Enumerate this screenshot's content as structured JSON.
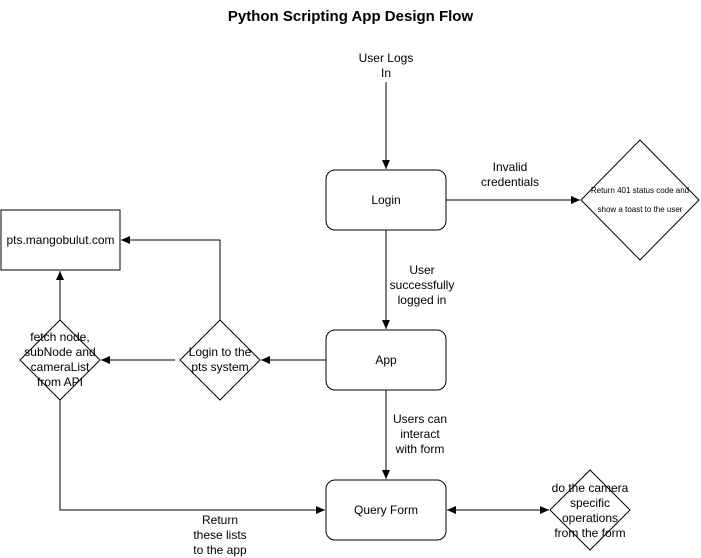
{
  "title": "Python Scripting App Design Flow",
  "nodes": {
    "start_text": "User Logs\nIn",
    "login": "Login",
    "app": "App",
    "query_form": "Query Form",
    "pts_site": "pts.mangobulut.com",
    "error_diamond": "Return 401 status code and\nshow a toast to the user",
    "login_pts_diamond": "Login to the\npts system",
    "fetch_diamond": "fetch node,\nsubNode and\ncameraList\nfrom API",
    "camera_ops_diamond": "do the camera\nspecific\noperations\nfrom the form"
  },
  "edges": {
    "invalid_credentials": "Invalid\ncredentials",
    "logged_in": "User\nsuccessfully\nlogged in",
    "users_interact": "Users can\ninteract\nwith form",
    "return_lists": "Return\nthese lists\nto the app"
  },
  "colors": {
    "stroke": "#000000",
    "fill": "#ffffff",
    "text": "#000000"
  }
}
